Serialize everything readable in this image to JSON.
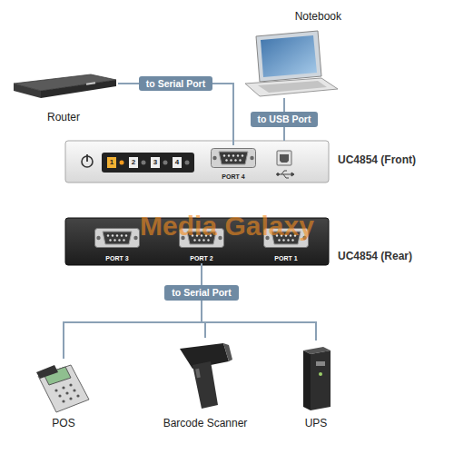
{
  "diagram": {
    "nodes": [
      {
        "text": [
          "Notebook"
        ]
      },
      {
        "text": [
          "Router"
        ]
      },
      {
        "text": [
          "UC4854 (Front)"
        ]
      },
      {
        "text": [
          "PORT 4"
        ],
        "in": 2
      },
      {
        "text": [
          "UC4854 (Rear)"
        ]
      },
      {
        "text": [
          "PORT 3"
        ],
        "in": 4
      },
      {
        "text": [
          "PORT 2"
        ],
        "in": 4
      },
      {
        "text": [
          "PORT 1"
        ],
        "in": 4
      },
      {
        "text": [
          "POS"
        ]
      },
      {
        "text": [
          "Barcode Scanner"
        ]
      },
      {
        "text": [
          "UPS"
        ]
      }
    ],
    "edges": [
      {
        "from": 1,
        "to": 3,
        "label": "to Serial Port",
        "arrow": "none"
      },
      {
        "from": 0,
        "to": 2,
        "label": "to USB Port",
        "arrow": "none"
      },
      {
        "from": 6,
        "to": 8,
        "arrow": "none"
      },
      {
        "from": 6,
        "to": 9,
        "label": "to Serial Port",
        "arrow": "none"
      },
      {
        "from": 6,
        "to": 10,
        "arrow": "none"
      }
    ],
    "labels": [
      "1",
      "2",
      "3",
      "4",
      "Media Galaxy"
    ]
  }
}
